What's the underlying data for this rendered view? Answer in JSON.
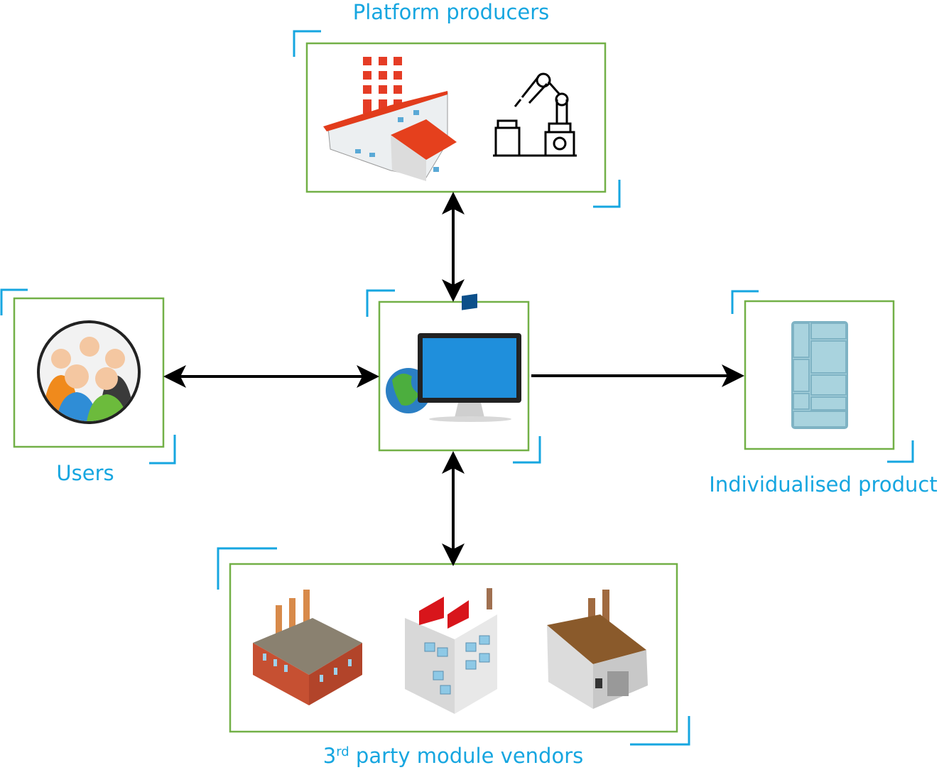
{
  "labels": {
    "platform": "Platform producers",
    "users": "Users",
    "product": "Individualised product",
    "vendors_prefix": "3",
    "vendors_sup": "rd",
    "vendors_rest": " party module vendors"
  },
  "colors": {
    "label": "#16a6e0",
    "box_border": "#72b047",
    "bracket": "#16a6e0",
    "arrow": "#000000"
  },
  "nodes": [
    {
      "id": "platform",
      "icons": [
        "factory-icon",
        "robot-arm-icon"
      ]
    },
    {
      "id": "users",
      "icons": [
        "users-group-icon"
      ]
    },
    {
      "id": "platform-hub",
      "icons": [
        "globe-icon",
        "monitor-icon"
      ]
    },
    {
      "id": "product",
      "icons": [
        "modular-product-icon"
      ]
    },
    {
      "id": "vendors",
      "icons": [
        "brick-factory-icon",
        "office-factory-icon",
        "workshop-icon"
      ]
    }
  ],
  "edges": [
    {
      "from": "platform-hub",
      "to": "platform",
      "direction": "both"
    },
    {
      "from": "platform-hub",
      "to": "users",
      "direction": "both"
    },
    {
      "from": "platform-hub",
      "to": "product",
      "direction": "forward"
    },
    {
      "from": "platform-hub",
      "to": "vendors",
      "direction": "both"
    }
  ]
}
